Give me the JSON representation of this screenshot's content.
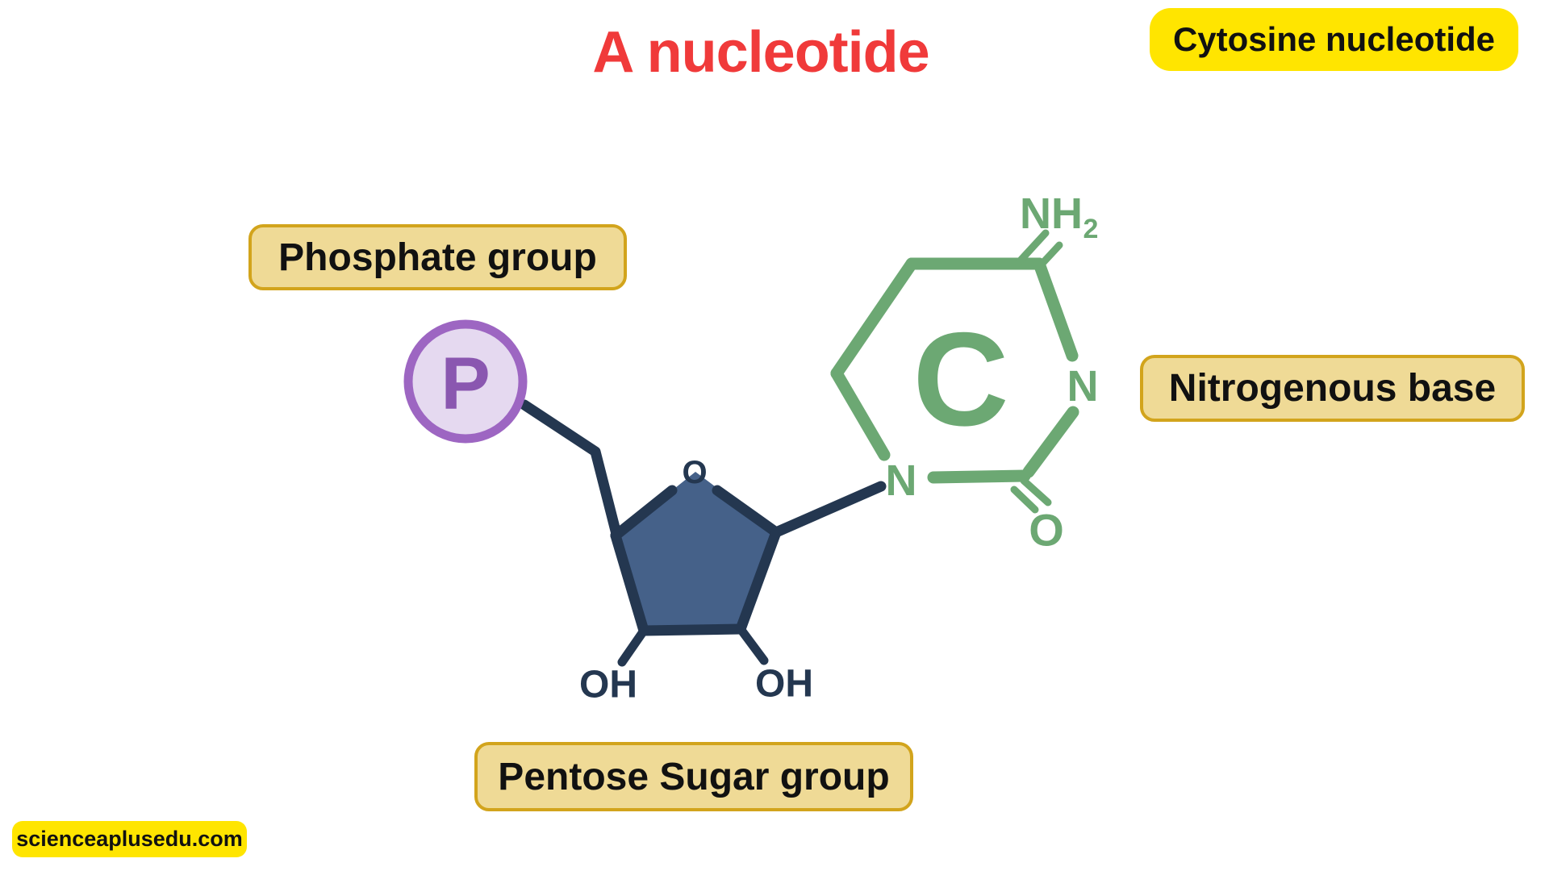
{
  "title": {
    "text": "A nucleotide"
  },
  "top_right_label": {
    "text": "Cytosine nucleotide"
  },
  "callouts": {
    "phosphate": "Phosphate group",
    "nitrogenous": "Nitrogenous base",
    "pentose": "Pentose Sugar group"
  },
  "watermark": "scienceaplusedu.com",
  "molecule": {
    "phosphate": {
      "symbol": "P"
    },
    "sugar": {
      "ring_oxygen": "O",
      "hydroxyl_left": "OH",
      "hydroxyl_right": "OH"
    },
    "base": {
      "symbol": "C",
      "amino_group": "NH",
      "amino_subscript": "2",
      "nitrogen_bottom_left": "N",
      "nitrogen_right": "N",
      "carbonyl_oxygen": "O"
    }
  },
  "colors": {
    "title_red": "#F03A3A",
    "highlight_yellow": "#FFE500",
    "callout_tan_fill": "#EFDA96",
    "callout_gold_border": "#D2A41C",
    "phosphate_ring_purple": "#9D66C2",
    "phosphate_fill_lavender": "#E5D9F0",
    "phosphate_letter_purple": "#8A57B0",
    "sugar_fill_blue": "#456189",
    "bond_navy": "#243750",
    "base_green": "#6CA873",
    "background": "#FFFFFF"
  }
}
